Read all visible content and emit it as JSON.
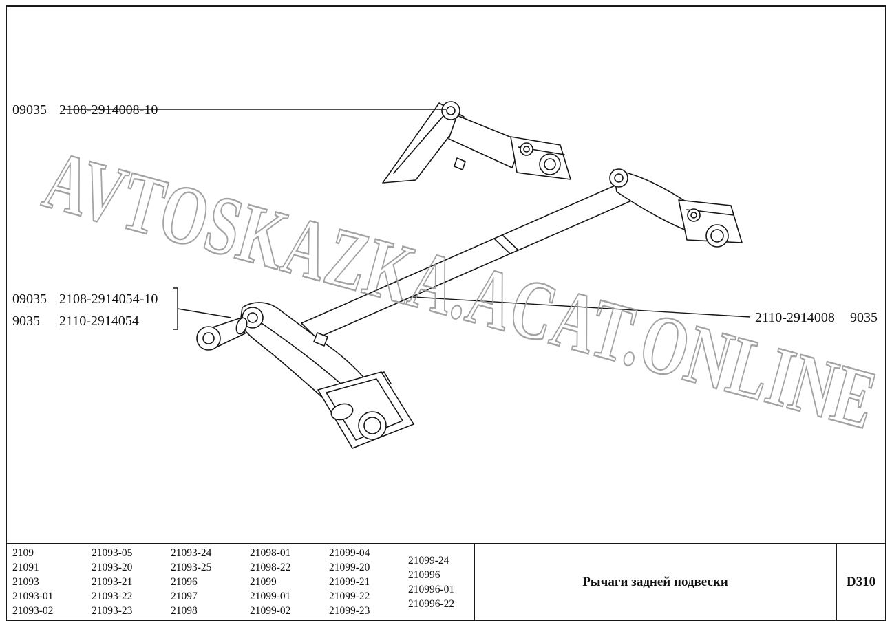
{
  "watermark": "AVTOSKAZKA.ACAT.ONLINE",
  "callouts": {
    "top": {
      "code": "09035",
      "number": "2108-2914008-10"
    },
    "left_a": {
      "code": "09035",
      "number": "2108-2914054-10"
    },
    "left_b": {
      "code": "9035",
      "number": "2110-2914054"
    },
    "right": {
      "number": "2110-2914008",
      "code": "9035"
    }
  },
  "table": {
    "columns": [
      [
        "2109",
        "21091",
        "21093",
        "21093-01",
        "21093-02"
      ],
      [
        "21093-05",
        "21093-20",
        "21093-21",
        "21093-22",
        "21093-23"
      ],
      [
        "21093-24",
        "21093-25",
        "21096",
        "21097",
        "21098"
      ],
      [
        "21098-01",
        "21098-22",
        "21099",
        "21099-01",
        "21099-02"
      ],
      [
        "21099-04",
        "21099-20",
        "21099-21",
        "21099-22",
        "21099-23"
      ],
      [
        "21099-24",
        "210996",
        "210996-01",
        "210996-22"
      ]
    ],
    "title": "Рычаги задней подвески",
    "code": "D310"
  }
}
